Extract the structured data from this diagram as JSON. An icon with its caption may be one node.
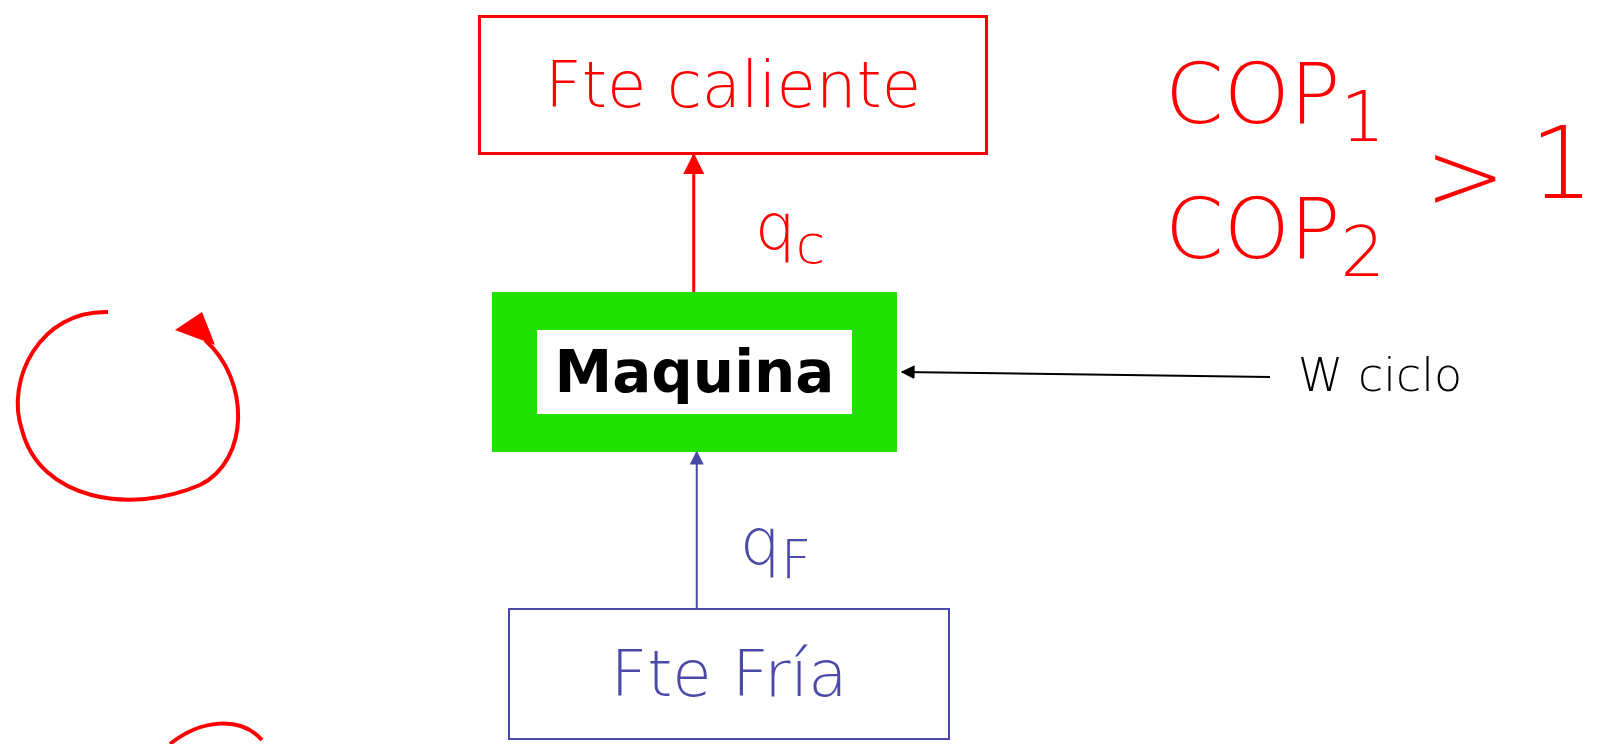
{
  "diagram": {
    "nodes": [
      {
        "text": [
          "Fte caliente"
        ]
      },
      {
        "text": [
          "Maquina"
        ]
      },
      {
        "text": [
          "Fte Fría"
        ]
      },
      {
        "text": [
          "W ciclo"
        ]
      }
    ],
    "edges": [
      {
        "from": 1,
        "to": 0,
        "arrow": "to",
        "label": "q$_{c}$",
        "color": "#ff0000"
      },
      {
        "from": 2,
        "to": 1,
        "arrow": "to",
        "label": "q$_{F}$",
        "color": "#4a4aa8"
      },
      {
        "from": 3,
        "to": 1,
        "arrow": "to",
        "color": "#000000"
      }
    ],
    "labels": [
      "COP$_{1}$",
      "COP$_{2}$",
      ">",
      "1"
    ]
  }
}
